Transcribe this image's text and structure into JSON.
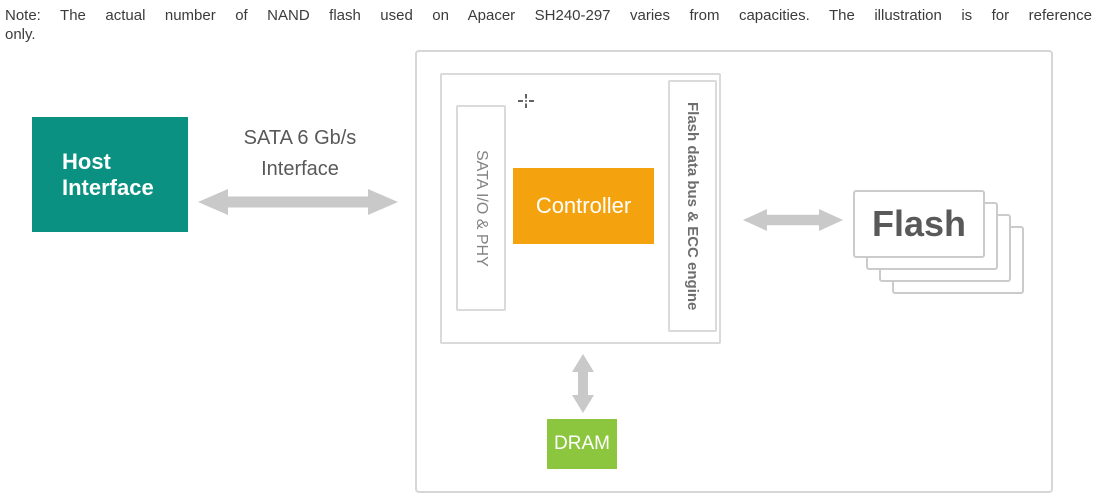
{
  "note": {
    "line1": "Note: The actual number of NAND flash used on Apacer SH240-297 varies from capacities. The illustration is for reference",
    "line2": "only."
  },
  "diagram": {
    "host": {
      "line1": "Host",
      "line2": "Interface",
      "bg": "#0A9181"
    },
    "sata_interface": {
      "line1": "SATA 6 Gb/s",
      "line2": "Interface"
    },
    "sata_io_phy": {
      "label": "SATA I/O & PHY"
    },
    "controller": {
      "label": "Controller",
      "bg": "#F5A20F"
    },
    "flash_bus": {
      "label": "Flash data bus & ECC engine"
    },
    "flash": {
      "label": "Flash"
    },
    "dram": {
      "label": "DRAM",
      "bg": "#8CC63E"
    },
    "colors": {
      "arrow": "#C9C9C9",
      "cursor": "#3c3c3c"
    }
  }
}
